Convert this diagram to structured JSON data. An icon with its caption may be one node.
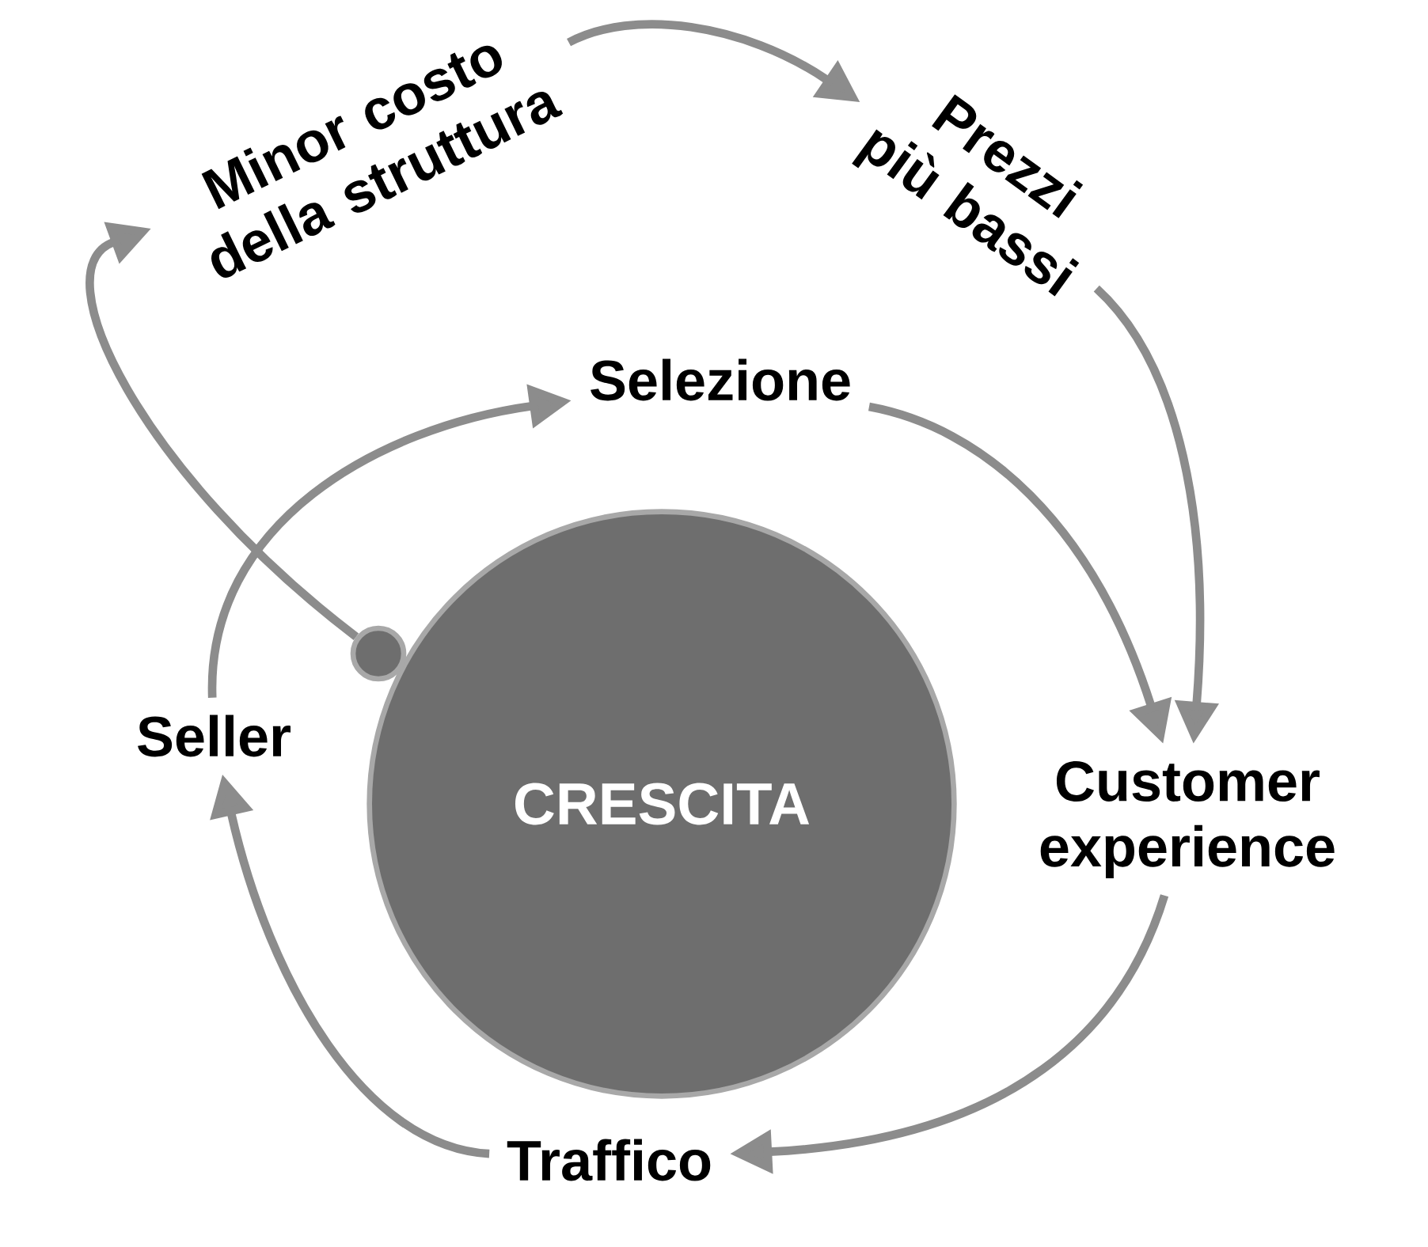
{
  "diagram": {
    "nodes": [
      {
        "text": [
          "Minor costo della struttura"
        ]
      },
      {
        "text": [
          "Prezzi più bassi"
        ]
      },
      {
        "text": [
          "Selezione"
        ]
      },
      {
        "text": [
          "Customer experience"
        ]
      },
      {
        "text": [
          "Traffico"
        ]
      },
      {
        "text": [
          "Seller"
        ]
      },
      {
        "text": [
          "CRESCITA"
        ]
      },
      {
        "text": [],
        "shape": "circle"
      }
    ],
    "edges": [
      {
        "from": 7,
        "to": 0,
        "arrow": "to"
      },
      {
        "from": 0,
        "to": 1,
        "arrow": "to"
      },
      {
        "from": 1,
        "to": 3,
        "arrow": "to"
      },
      {
        "from": 2,
        "to": 3,
        "arrow": "to"
      },
      {
        "from": 5,
        "to": 2,
        "arrow": "to"
      },
      {
        "from": 3,
        "to": 4,
        "arrow": "to"
      },
      {
        "from": 4,
        "to": 5,
        "arrow": "to"
      }
    ]
  }
}
